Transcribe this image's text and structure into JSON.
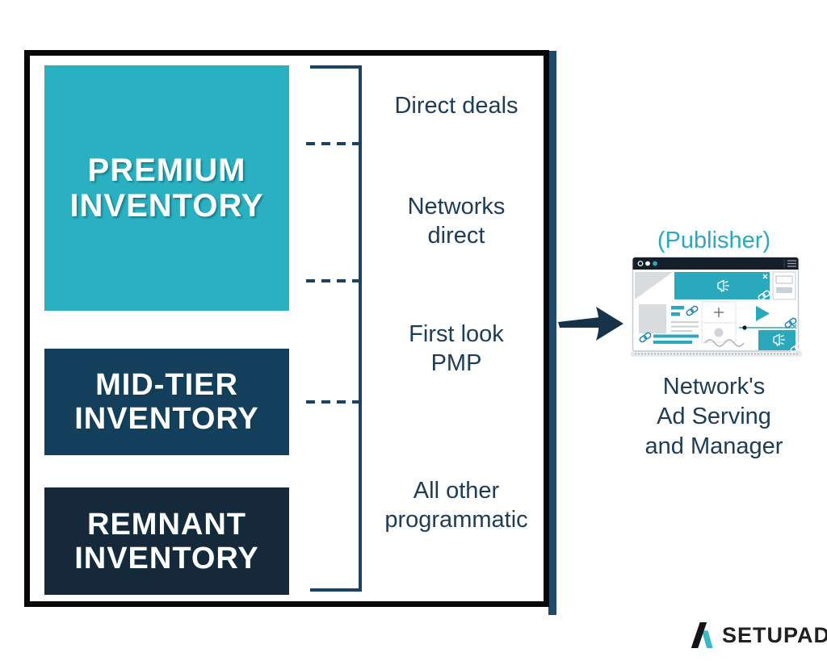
{
  "colors": {
    "teal": "#29b1c1",
    "navy_mid": "#14405d",
    "navy_dark": "#16293a",
    "bracket_navy": "#1b4261",
    "label_navy": "#1d3c55",
    "publisher_teal": "#2aa9bd",
    "frame_black": "#070707",
    "frame_right_accent": "#1d4a68",
    "logo_black": "#231f20",
    "logo_teal": "#3cb8c4"
  },
  "funnel": {
    "tiers": [
      {
        "line1": "PREMIUM",
        "line2": "INVENTORY"
      },
      {
        "line1": "MID-TIER",
        "line2": "INVENTORY"
      },
      {
        "line1": "REMNANT",
        "line2": "INVENTORY"
      }
    ],
    "channels": [
      {
        "line1": "Direct deals",
        "line2": ""
      },
      {
        "line1": "Networks",
        "line2": "direct"
      },
      {
        "line1": "First look",
        "line2": "PMP"
      },
      {
        "line1": "All other",
        "line2": "programmatic"
      }
    ]
  },
  "publisher": {
    "label": "(Publisher)",
    "caption_line1": "Network's",
    "caption_line2": "Ad Serving",
    "caption_line3": "and Manager"
  },
  "logo": {
    "text": "SETUPAD"
  }
}
